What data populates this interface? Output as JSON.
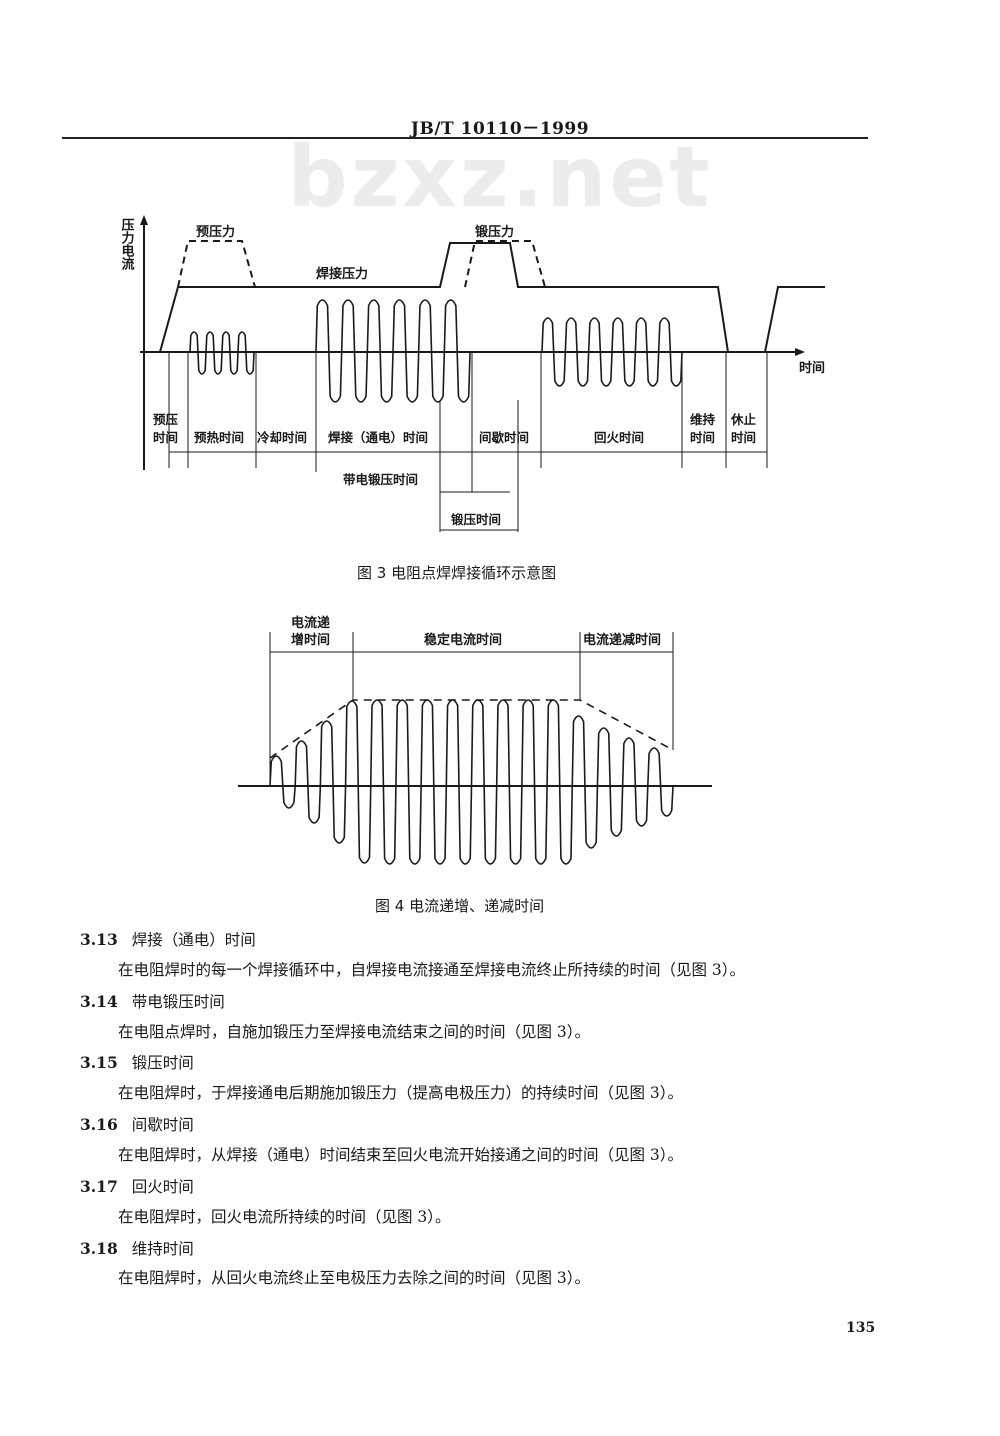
{
  "header": {
    "doc_number": "JB/T  10110－1999"
  },
  "watermark": "bzxz.net",
  "fig3": {
    "y_axis_label": "压力电流",
    "x_axis_label": "时间",
    "label_pre_pressure": "预压力",
    "label_weld_pressure": "焊接压力",
    "label_forge_pressure": "锻压力",
    "phase_squeeze_1": "预压",
    "phase_squeeze_2": "时间",
    "phase_preheat": "预热时间",
    "phase_cool": "冷却时间",
    "phase_weld": "焊接（通电）时间",
    "phase_interval": "间歇时间",
    "phase_temper": "回火时间",
    "phase_hold_1": "维持",
    "phase_hold_2": "时间",
    "phase_off_1": "休止",
    "phase_off_2": "时间",
    "label_energized_forge": "带电锻压时间",
    "label_forge_time": "锻压时间",
    "caption": "图 3    电阻点焊焊接循环示意图"
  },
  "fig4": {
    "label_upslope_1": "电流递",
    "label_upslope_2": "增时间",
    "label_steady": "稳定电流时间",
    "label_downslope": "电流递减时间",
    "caption": "图 4    电流递增、递减时间"
  },
  "sections": [
    {
      "num": "3.13",
      "title": "焊接（通电）时间",
      "text": "在电阻焊时的每一个焊接循环中，自焊接电流接通至焊接电流终止所持续的时间（见图 3）。"
    },
    {
      "num": "3.14",
      "title": "带电锻压时间",
      "text": "在电阻点焊时，自施加锻压力至焊接电流结束之间的时间（见图 3）。"
    },
    {
      "num": "3.15",
      "title": "锻压时间",
      "text": "在电阻焊时，于焊接通电后期施加锻压力（提高电极压力）的持续时间（见图 3）。"
    },
    {
      "num": "3.16",
      "title": "间歇时间",
      "text": "在电阻焊时，从焊接（通电）时间结束至回火电流开始接通之间的时间（见图 3）。"
    },
    {
      "num": "3.17",
      "title": "回火时间",
      "text": "在电阻焊时，回火电流所持续的时间（见图 3）。"
    },
    {
      "num": "3.18",
      "title": "维持时间",
      "text": "在电阻焊时，从回火电流终止至电极压力去除之间的时间（见图 3）。"
    }
  ],
  "page_number": "135"
}
